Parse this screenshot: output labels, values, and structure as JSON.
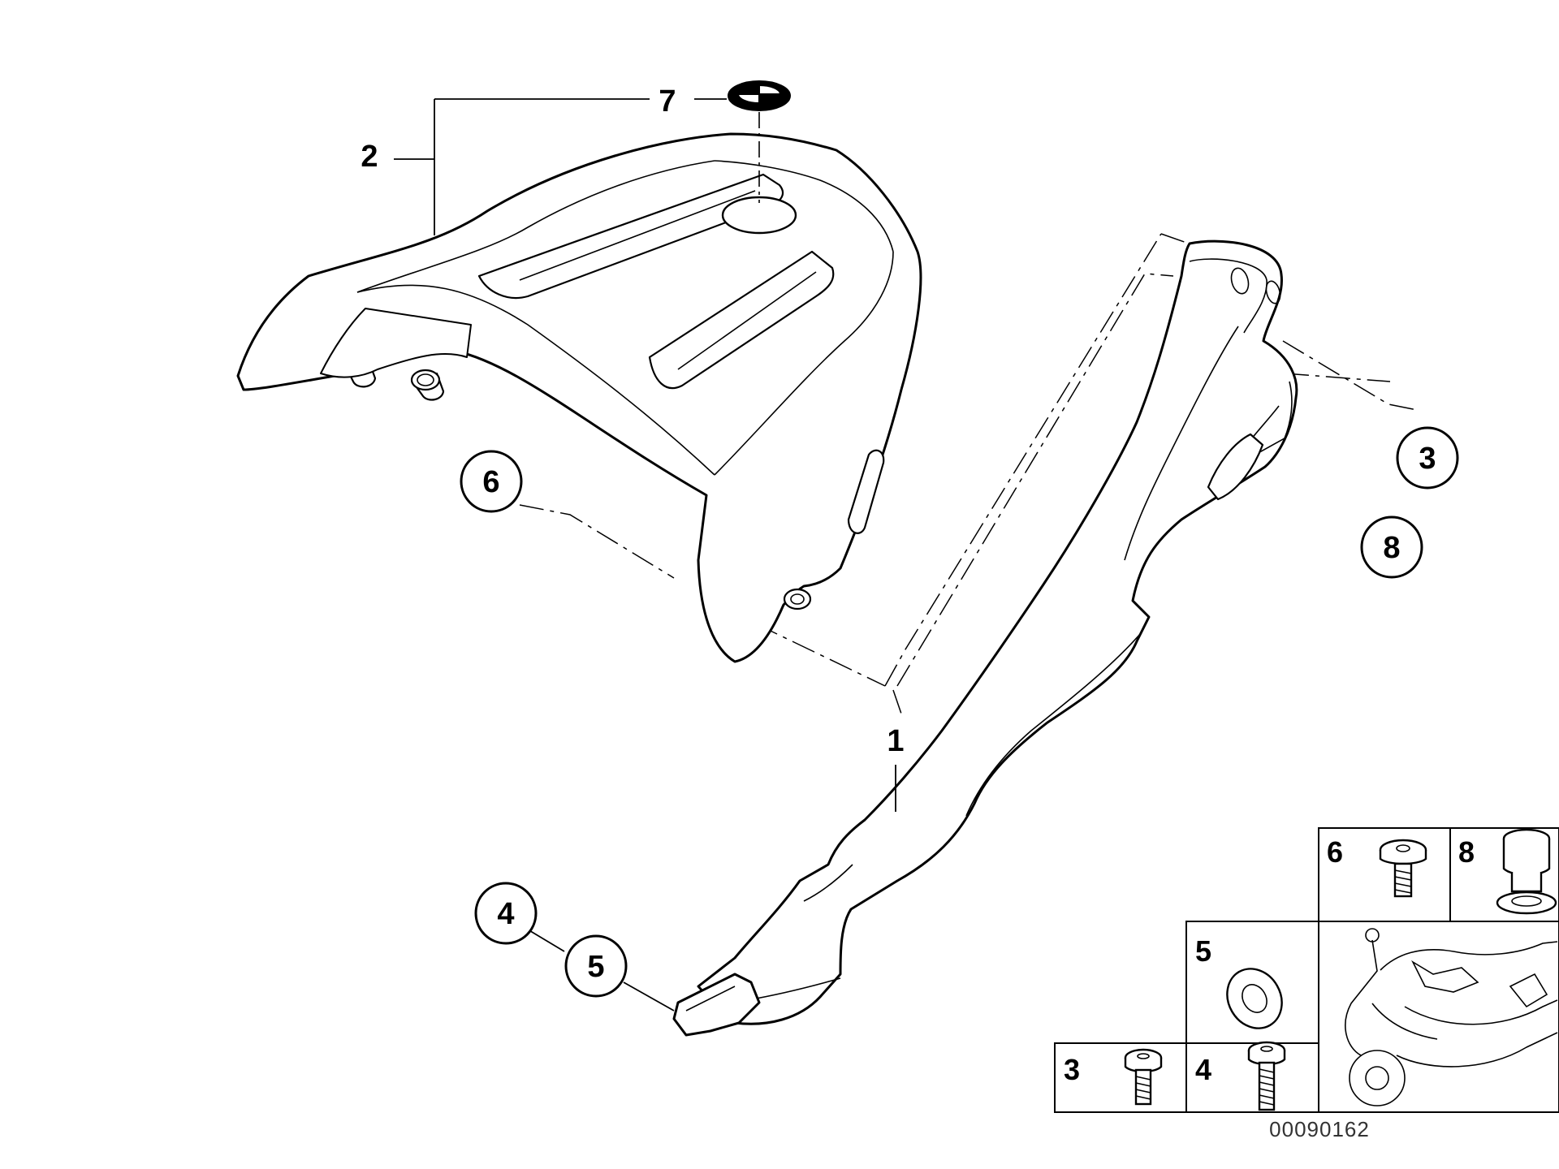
{
  "callouts": {
    "c1": "1",
    "c2": "2",
    "c3": "3",
    "c4": "4",
    "c5": "5",
    "c6": "6",
    "c7": "7",
    "c8": "8"
  },
  "legend": {
    "l3": "3",
    "l4": "4",
    "l5": "5",
    "l6": "6",
    "l8": "8"
  },
  "reference_number": "00090162"
}
